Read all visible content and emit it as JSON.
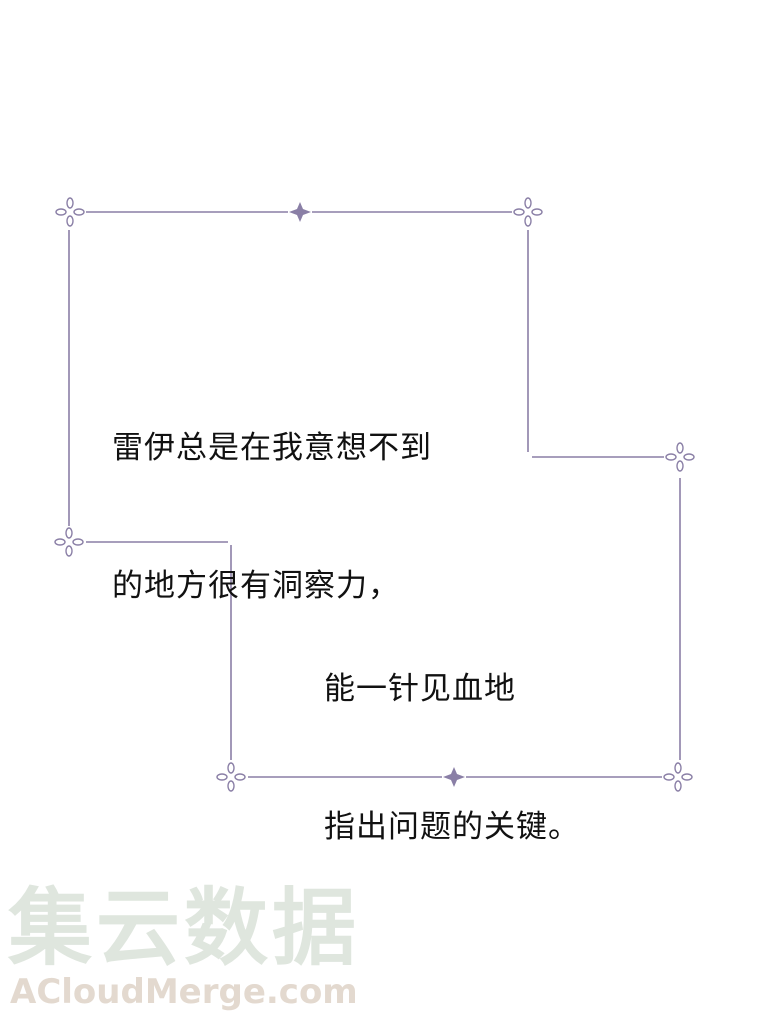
{
  "panel": {
    "caption_1": {
      "line_1": "雷伊总是在我意想不到",
      "line_2": "的地方很有洞察力，"
    },
    "caption_2": {
      "line_1": "能一针见血地",
      "line_2": "指出问题的关键。"
    },
    "frame_color": "#8a7fa6"
  },
  "watermark": {
    "chinese": "集云数据",
    "latin": "ACloudMerge.com"
  }
}
